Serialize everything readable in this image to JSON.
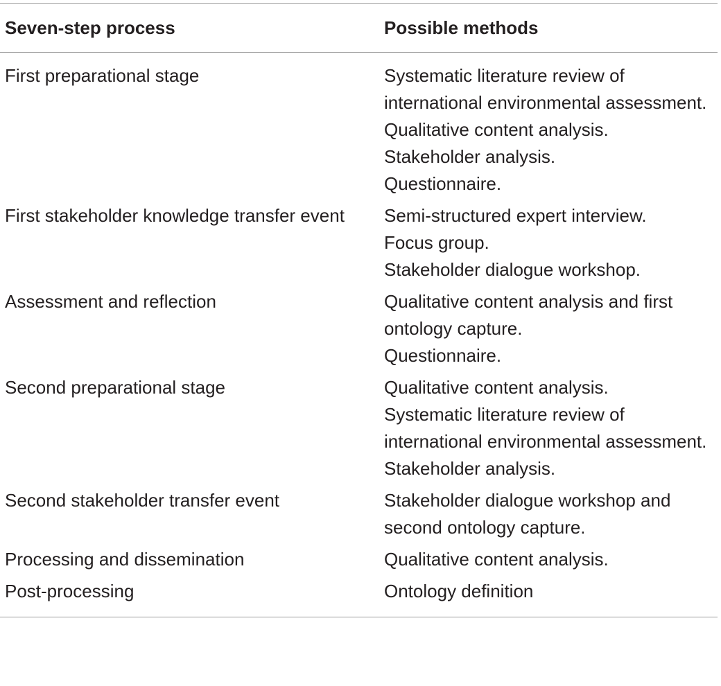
{
  "table": {
    "headers": {
      "step": "Seven-step process",
      "methods": "Possible methods"
    },
    "rows": [
      {
        "step": "First preparational stage",
        "methods": [
          "Systematic literature review of international environmental assessment.",
          "Qualitative content analysis.",
          "Stakeholder analysis.",
          "Questionnaire."
        ]
      },
      {
        "step": "First stakeholder knowledge transfer event",
        "methods": [
          "Semi-structured expert interview.",
          "Focus group.",
          "Stakeholder dialogue workshop."
        ]
      },
      {
        "step": "Assessment and reflection",
        "methods": [
          "Qualitative content analysis and first ontology capture.",
          "Questionnaire."
        ]
      },
      {
        "step": "Second preparational stage",
        "methods": [
          "Qualitative content analysis.",
          "Systematic literature review of international environmental assessment.",
          "Stakeholder analysis."
        ]
      },
      {
        "step": "Second stakeholder transfer event",
        "methods": [
          "Stakeholder dialogue workshop and second ontology capture."
        ]
      },
      {
        "step": "Processing and dissemination",
        "methods": [
          "Qualitative content analysis."
        ]
      },
      {
        "step": "Post-processing",
        "methods": [
          "Ontology definition"
        ]
      }
    ]
  }
}
